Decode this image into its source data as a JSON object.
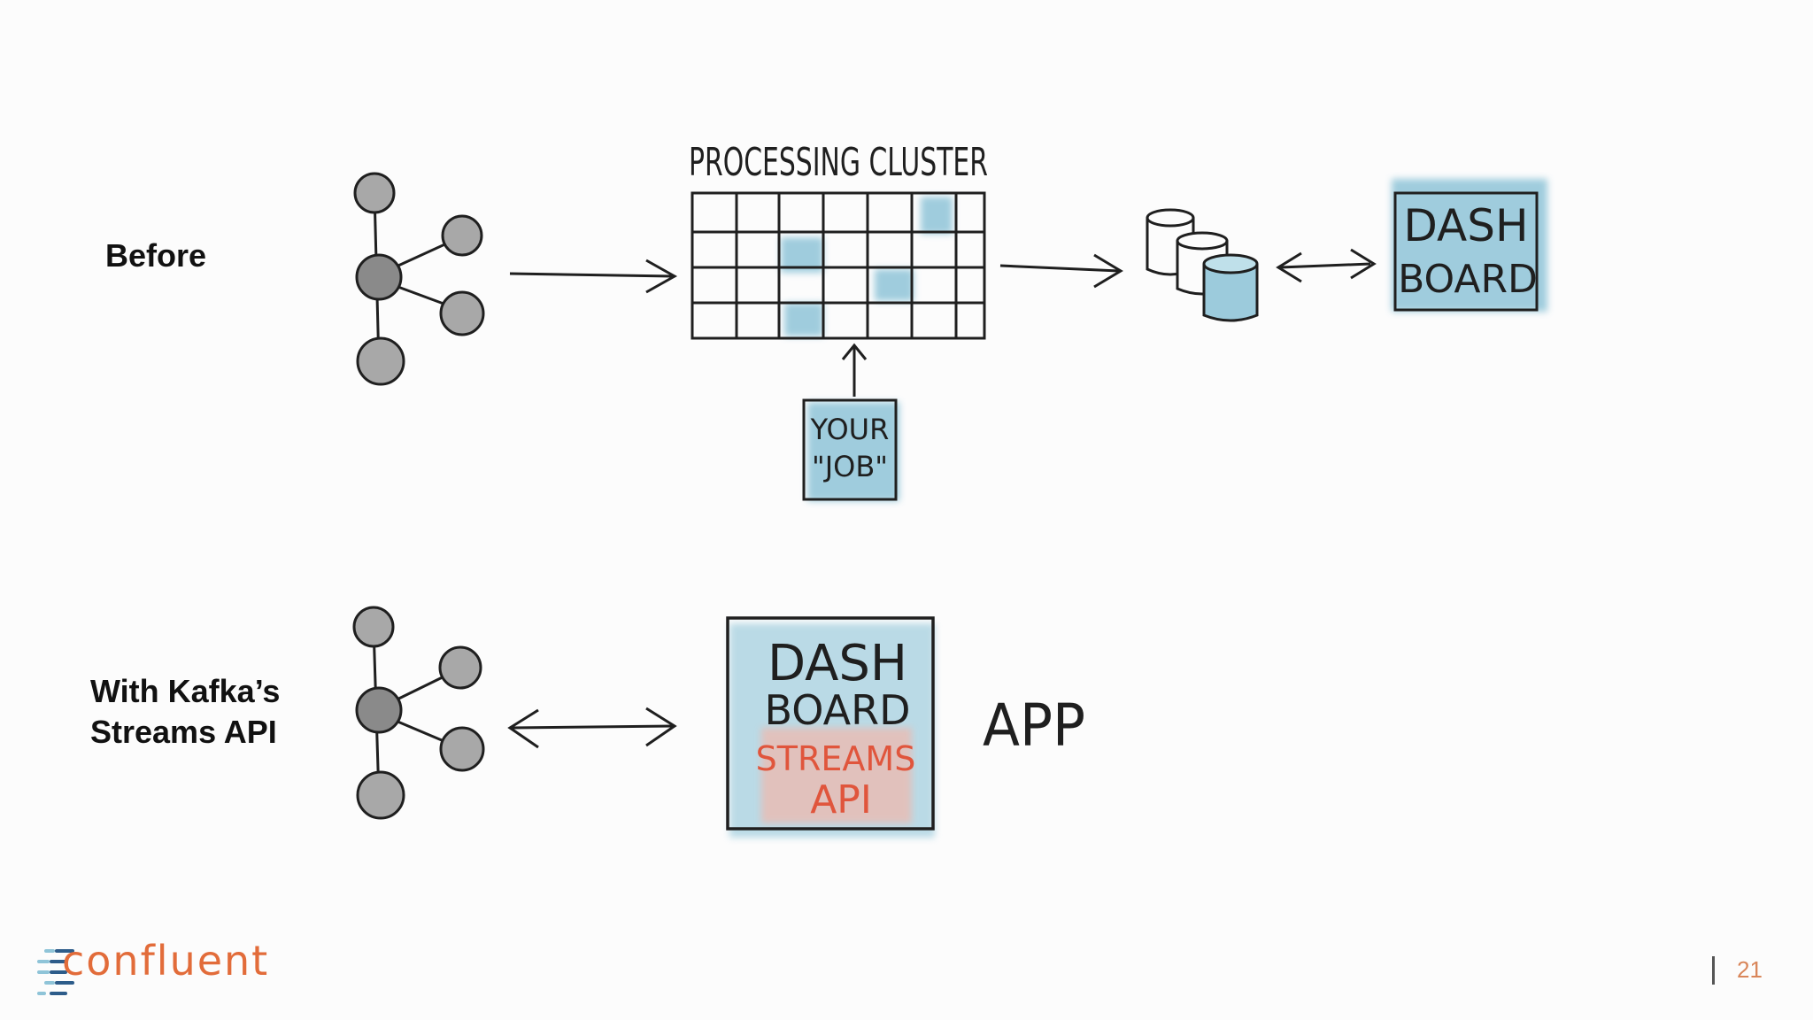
{
  "labels": {
    "before": "Before",
    "with": "With Kafka’s\nStreams API"
  },
  "diagram": {
    "cluster_title": "PROCESSING CLUSTER",
    "job_line1": "YOUR",
    "job_line2": "\"JOB\"",
    "dashboard_line1": "DASH",
    "dashboard_line2": "BOARD",
    "app_dashboard_line1": "DASH",
    "app_dashboard_line2": "BOARD",
    "streams_line1": "STREAMS",
    "streams_line2": "API",
    "app_label": "APP"
  },
  "colors": {
    "ink": "#1f1f1f",
    "wash": "#8fc4d8",
    "node": "#8a8a8a",
    "streams": "#e0553c",
    "brand": "#e26c3a",
    "brand_blue": "#2d5c8a"
  },
  "footer": {
    "logo": "confluent",
    "page_number": "21"
  }
}
